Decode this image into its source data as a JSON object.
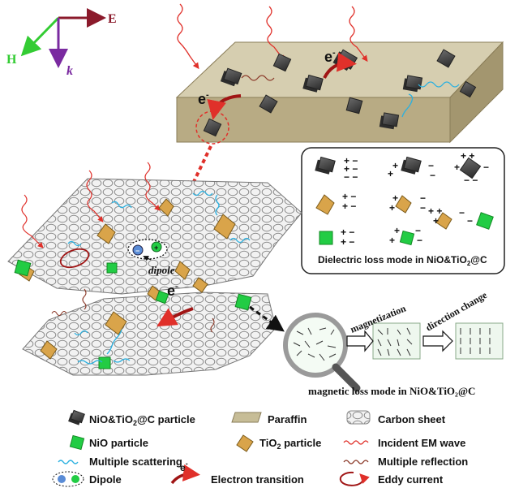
{
  "axes": {
    "e_label": "E",
    "h_label": "H",
    "k_label": "k",
    "colors": {
      "e": "#8b1a2b",
      "h": "#33cc33",
      "k": "#7a2aa0"
    }
  },
  "electron_symbol": "e",
  "electron_sup": "-",
  "dipole_label": "dipole",
  "dielectric_caption_main": "Dielectric loss mode in NiO&TiO",
  "dielectric_caption_sub": "2",
  "dielectric_caption_tail": "@C",
  "magnetization_label": "magnetization",
  "direction_change_label": "direction change",
  "magnetic_caption": "magnetic loss mode in NiO&TiO₂@C",
  "legend": {
    "nio_tio2_c_main": "NiO&TiO",
    "nio_tio2_c_sub": "2",
    "nio_tio2_c_tail": "@C particle",
    "paraffin": "Paraffin",
    "carbon_sheet": "Carbon sheet",
    "nio_particle": "NiO particle",
    "tio2_main": "TiO",
    "tio2_sub": "2",
    "tio2_tail": " particle",
    "incident_wave": "Incident EM wave",
    "multiple_scattering": "Multiple scattering",
    "multiple_reflection": "Multiple reflection",
    "dipole": "Dipole",
    "electron_transition": "Electron transition",
    "eddy_current": "Eddy current"
  },
  "colors": {
    "paraffin_top": "#d6ceb0",
    "paraffin_front": "#b8ab84",
    "paraffin_side": "#a3966f",
    "cube_dark": "#3c3c3c",
    "nio_green": "#22cc44",
    "tio2_gold": "#d9a44a",
    "wave_red": "#e0302a",
    "wave_cyan": "#2ab0e0",
    "reflection_brown": "#8b3a2a"
  }
}
